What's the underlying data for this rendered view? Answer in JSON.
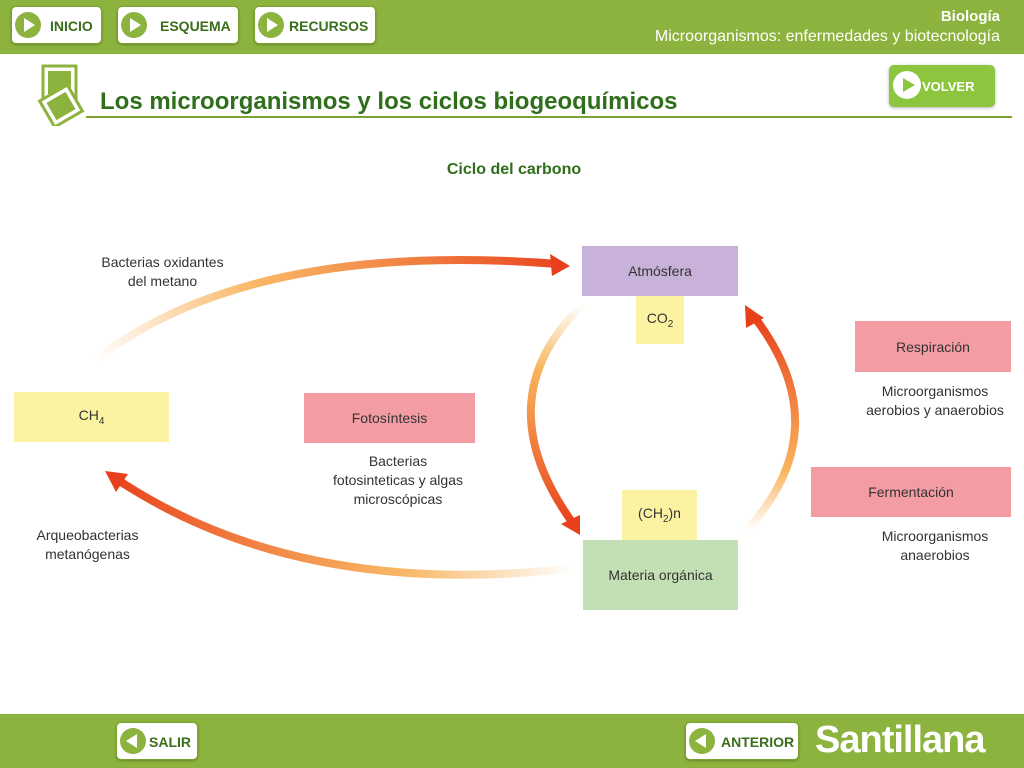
{
  "nav": {
    "inicio": "INICIO",
    "esquema": "ESQUEMA",
    "recursos": "RECURSOS",
    "volver": "VOLVER",
    "salir": "SALIR",
    "anterior": "ANTERIOR"
  },
  "header": {
    "subject": "Biología",
    "topic": "Microorganismos: enfermedades y biotecnología"
  },
  "page": {
    "title": "Los microorganismos y los ciclos biogeoquímicos",
    "diagram_title": "Ciclo del carbono"
  },
  "diagram": {
    "atmosfera": "Atmósfera",
    "co2": {
      "base": "CO",
      "sub": "2"
    },
    "ch4": {
      "base": "CH",
      "sub": "4"
    },
    "fotosintesis": "Fotosíntesis",
    "ch2n": {
      "pre": "(CH",
      "sub": "2",
      "post": ")n"
    },
    "materia": "Materia orgánica",
    "respiracion": "Respiración",
    "fermentacion": "Fermentación",
    "note_metano": [
      "Bacterias oxidantes",
      "del metano"
    ],
    "note_arqueo": [
      "Arqueobacterias",
      "metanógenas"
    ],
    "note_foto": [
      "Bacterias",
      "fotosinteticas y algas",
      "microscópicas"
    ],
    "note_resp": [
      "Microorganismos",
      "aerobios y anaerobios"
    ],
    "note_ferm": [
      "Microorganismos",
      "anaerobios"
    ]
  },
  "brand": "Santillana",
  "colors": {
    "bar_green": "#8cb33d",
    "title_green": "#2f6e1a",
    "arrow_red": "#e8401c",
    "arrow_orange": "#f7a640"
  }
}
